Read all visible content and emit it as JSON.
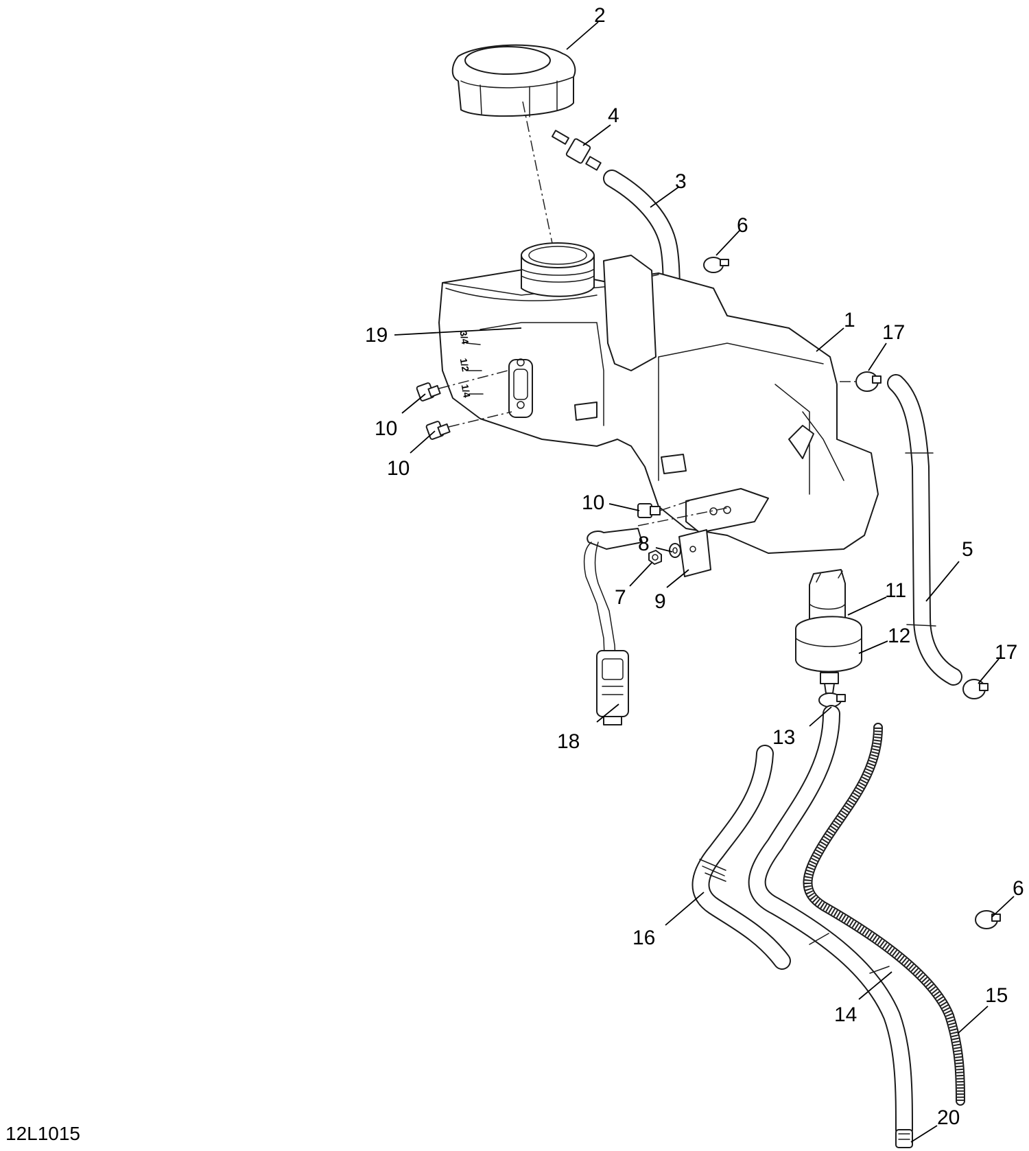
{
  "drawing_code": "12L1015",
  "callouts": {
    "c1": "1",
    "c2": "2",
    "c3": "3",
    "c4": "4",
    "c5": "5",
    "c6a": "6",
    "c6b": "6",
    "c7": "7",
    "c8": "8",
    "c9": "9",
    "c10a": "10",
    "c10b": "10",
    "c10c": "10",
    "c11": "11",
    "c12": "12",
    "c13": "13",
    "c14": "14",
    "c15": "15",
    "c16": "16",
    "c17a": "17",
    "c17b": "17",
    "c18": "18",
    "c19": "19",
    "c20": "20"
  },
  "gauge_marks": {
    "three_quarter": "3/4",
    "half": "1/2",
    "quarter": "1/4"
  }
}
